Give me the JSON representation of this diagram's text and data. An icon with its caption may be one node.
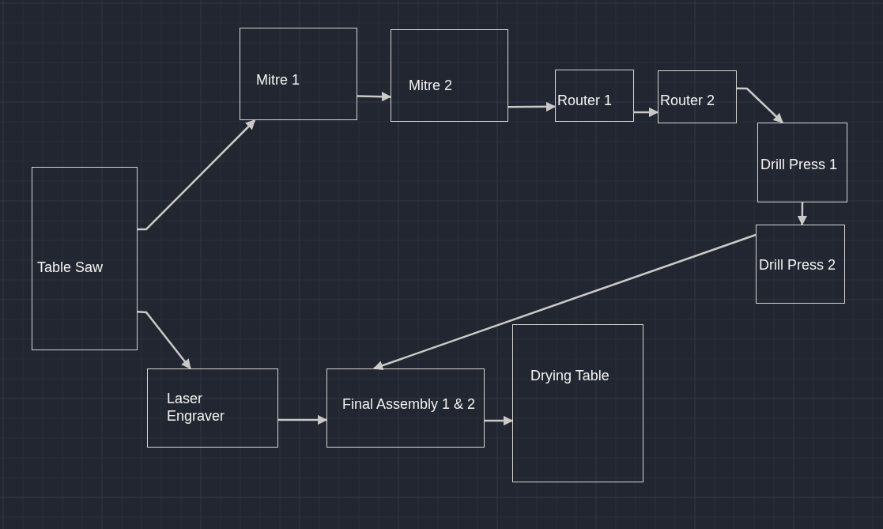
{
  "diagram": {
    "nodes": [
      {
        "text": [
          "Table Saw"
        ]
      },
      {
        "text": [
          "Mitre 1"
        ]
      },
      {
        "text": [
          "Mitre 2"
        ]
      },
      {
        "text": [
          "Router 1"
        ]
      },
      {
        "text": [
          "Router 2"
        ]
      },
      {
        "text": [
          "Drill Press 1"
        ]
      },
      {
        "text": [
          "Drill Press 2"
        ]
      },
      {
        "text": [
          "Laser Engraver"
        ]
      },
      {
        "text": [
          "Final Assembly 1 & 2"
        ]
      },
      {
        "text": [
          "Drying Table"
        ]
      }
    ],
    "edges": [
      {
        "from": 0,
        "to": 1,
        "arrow": "to"
      },
      {
        "from": 0,
        "to": 7,
        "arrow": "to"
      },
      {
        "from": 1,
        "to": 2,
        "arrow": "to"
      },
      {
        "from": 2,
        "to": 3,
        "arrow": "to"
      },
      {
        "from": 3,
        "to": 4,
        "arrow": "to"
      },
      {
        "from": 4,
        "to": 5,
        "arrow": "to"
      },
      {
        "from": 5,
        "to": 6,
        "arrow": "to"
      },
      {
        "from": 6,
        "to": 8,
        "arrow": "to"
      },
      {
        "from": 7,
        "to": 8,
        "arrow": "to"
      },
      {
        "from": 8,
        "to": 9,
        "arrow": "to"
      }
    ]
  }
}
